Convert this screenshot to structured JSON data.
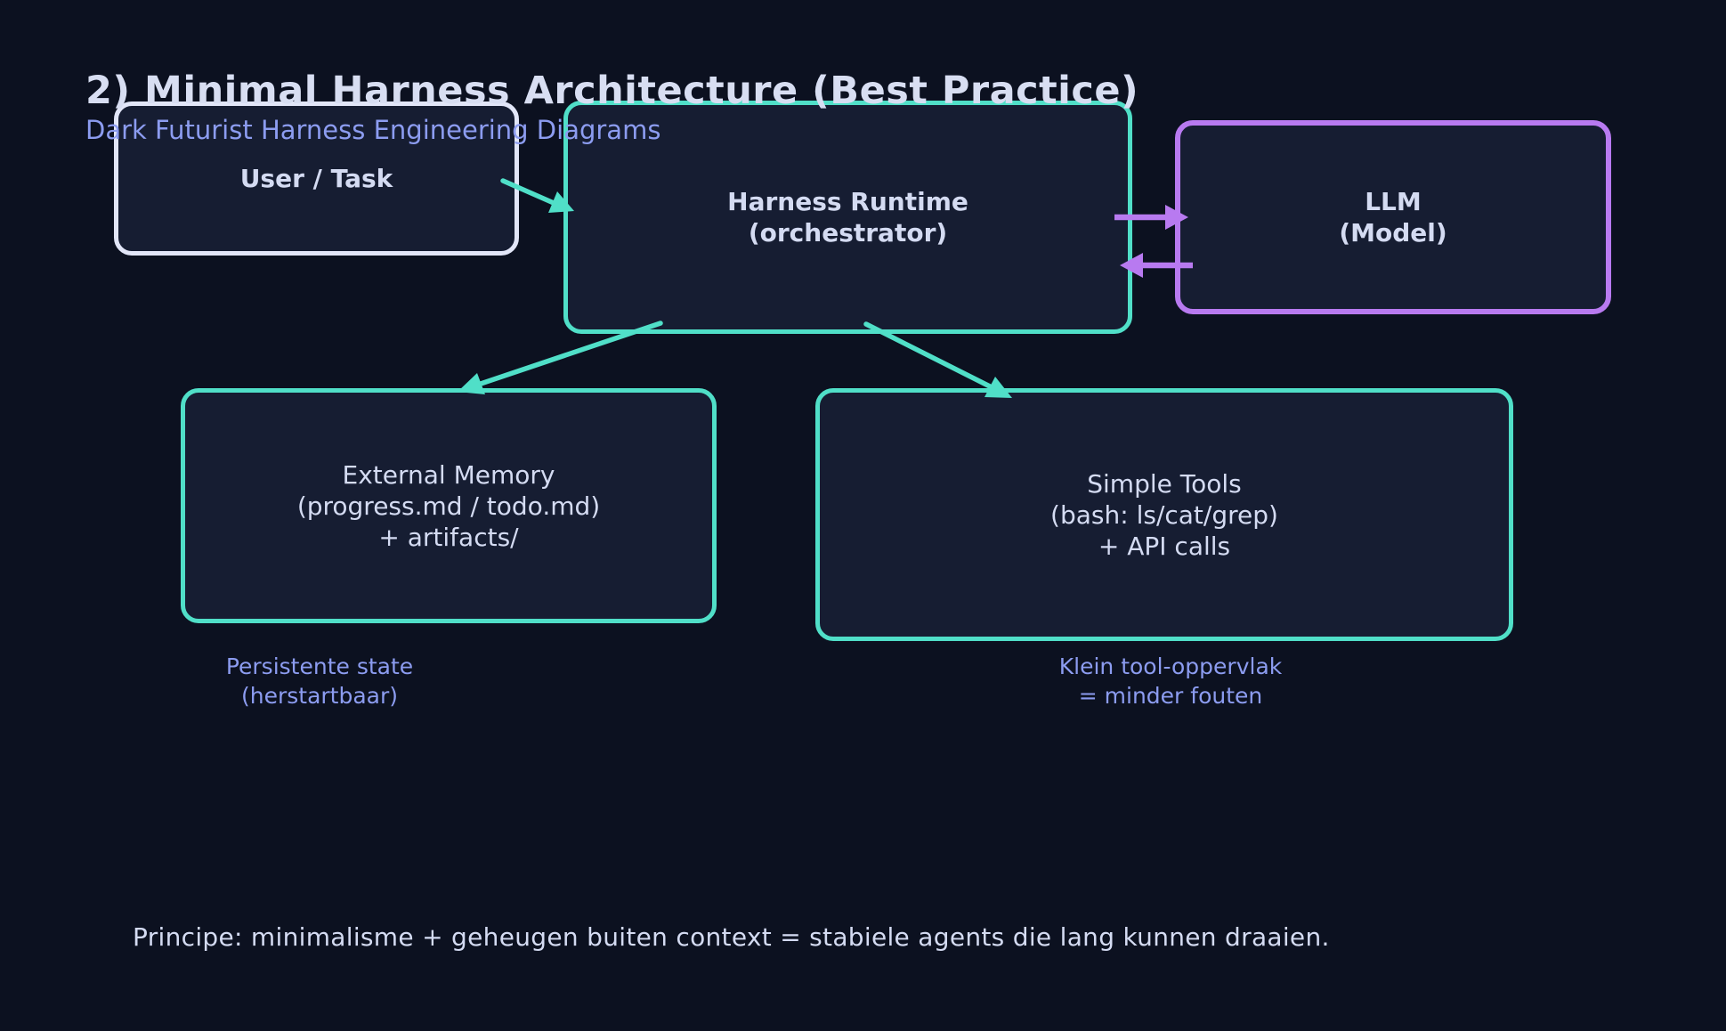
{
  "theme": {
    "background": "#0c1120",
    "box_fill": "#161d32",
    "teal": "#50dfc8",
    "purple": "#b87af0",
    "border_light": "#e2e6f8",
    "title_color": "#d8def2",
    "text_color": "#d4dbf2",
    "caption_color": "#8c9cf0"
  },
  "header": {
    "title": "2) Minimal Harness Architecture (Best Practice)",
    "subtitle": "Dark Futurist Harness Engineering Diagrams"
  },
  "nodes": {
    "user_task": {
      "label": "User / Task"
    },
    "harness_runtime": {
      "label": "Harness Runtime\n(orchestrator)"
    },
    "llm": {
      "label": "LLM\n(Model)"
    },
    "external_memory": {
      "label": "External Memory\n(progress.md / todo.md)\n+ artifacts/"
    },
    "simple_tools": {
      "label": "Simple Tools\n(bash: ls/cat/grep)\n+ API calls"
    }
  },
  "edges": [
    {
      "from": "user_task",
      "to": "harness_runtime",
      "color": "teal"
    },
    {
      "from": "harness_runtime",
      "to": "llm",
      "color": "purple"
    },
    {
      "from": "llm",
      "to": "harness_runtime",
      "color": "purple"
    },
    {
      "from": "harness_runtime",
      "to": "external_memory",
      "color": "teal"
    },
    {
      "from": "harness_runtime",
      "to": "simple_tools",
      "color": "teal"
    }
  ],
  "annotations": {
    "memory_note": "Persistente state\n(herstartbaar)",
    "tools_note": "Klein tool-oppervlak\n= minder fouten"
  },
  "footer": {
    "principle": "Principe: minimalisme + geheugen buiten context = stabiele agents die lang kunnen draaien."
  }
}
